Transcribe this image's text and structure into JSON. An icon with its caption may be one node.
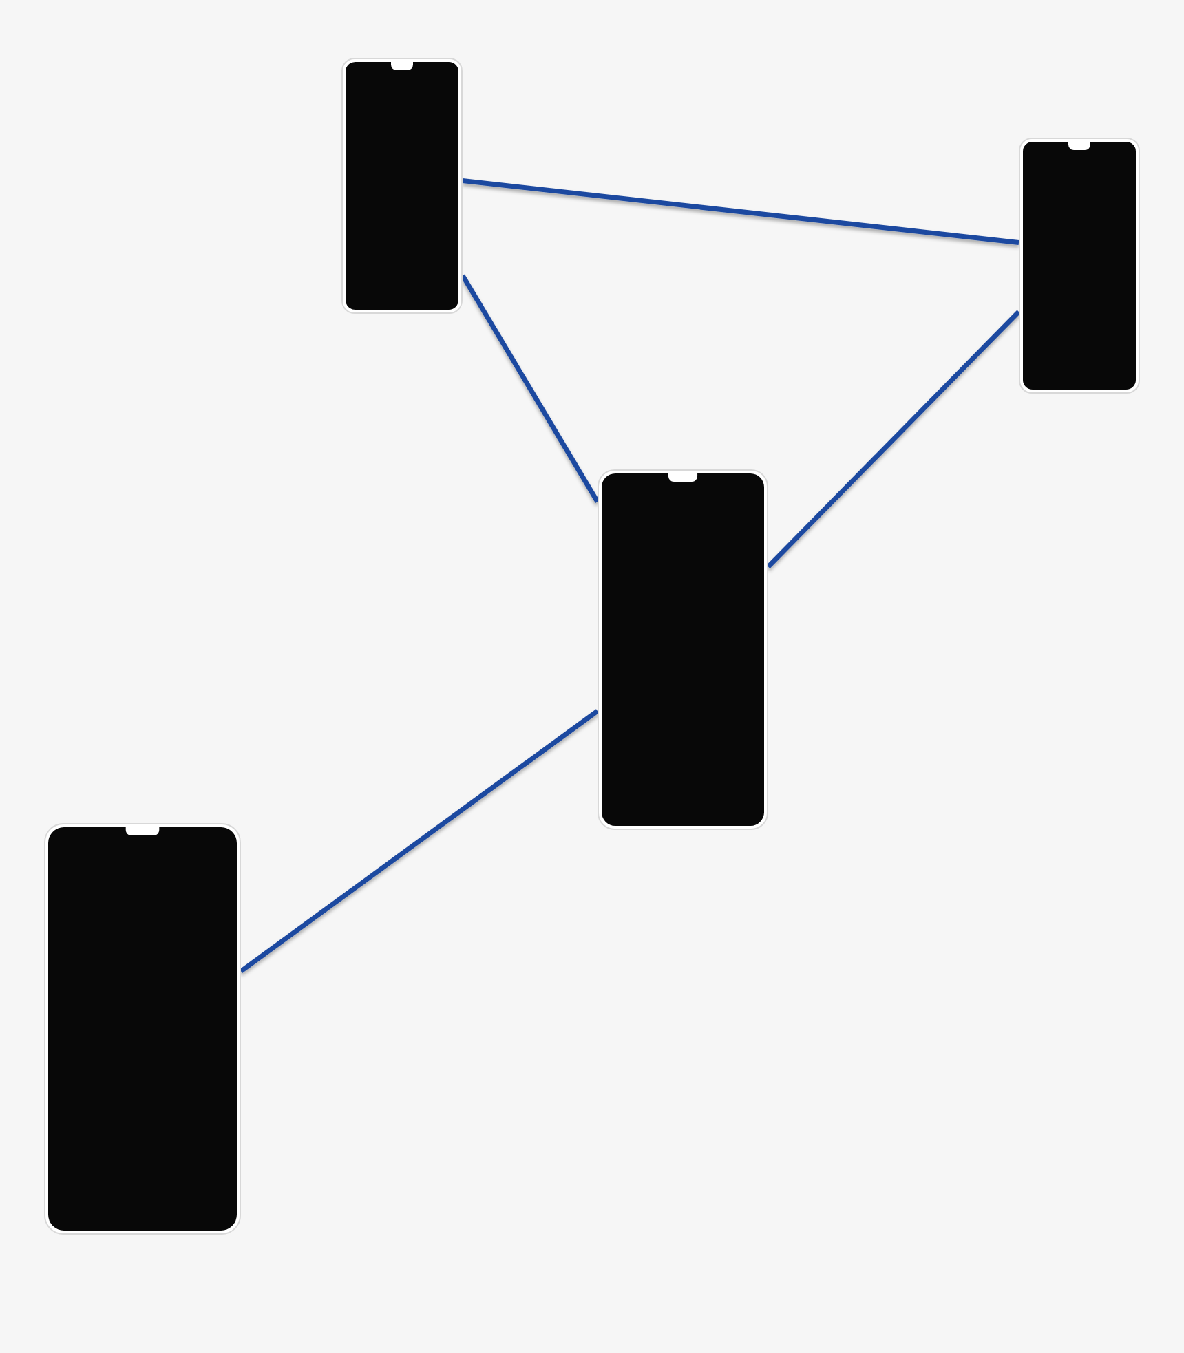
{
  "diagram": {
    "nodes": [
      {
        "text": [],
        "shape": "phone"
      },
      {
        "text": [],
        "shape": "phone"
      },
      {
        "text": [],
        "shape": "phone"
      },
      {
        "text": [],
        "shape": "phone"
      }
    ],
    "edges": [
      {
        "from": 0,
        "to": 1,
        "arrow": "none"
      },
      {
        "from": 0,
        "to": 2,
        "arrow": "none"
      },
      {
        "from": 1,
        "to": 2,
        "arrow": "none"
      },
      {
        "from": 3,
        "to": 2,
        "arrow": "none"
      }
    ]
  }
}
